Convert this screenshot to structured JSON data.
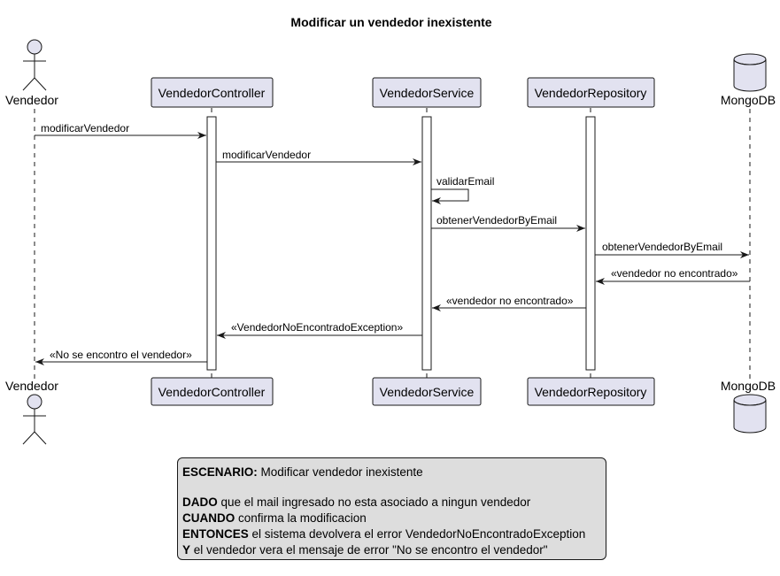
{
  "title": "Modificar un vendedor inexistente",
  "participants": [
    {
      "id": "vendedor",
      "label": "Vendedor",
      "kind": "actor"
    },
    {
      "id": "controller",
      "label": "VendedorController",
      "kind": "participant"
    },
    {
      "id": "service",
      "label": "VendedorService",
      "kind": "participant"
    },
    {
      "id": "repository",
      "label": "VendedorRepository",
      "kind": "participant"
    },
    {
      "id": "mongodb",
      "label": "MongoDB",
      "kind": "database"
    }
  ],
  "messages": [
    {
      "from": "vendedor",
      "to": "controller",
      "label": "modificarVendedor",
      "style": "solid"
    },
    {
      "from": "controller",
      "to": "service",
      "label": "modificarVendedor",
      "style": "solid"
    },
    {
      "from": "service",
      "to": "service",
      "label": "validarEmail",
      "style": "solid"
    },
    {
      "from": "service",
      "to": "repository",
      "label": "obtenerVendedorByEmail",
      "style": "solid"
    },
    {
      "from": "repository",
      "to": "mongodb",
      "label": "obtenerVendedorByEmail",
      "style": "solid"
    },
    {
      "from": "mongodb",
      "to": "repository",
      "label": "«vendedor no encontrado»",
      "style": "solid"
    },
    {
      "from": "repository",
      "to": "service",
      "label": "«vendedor no encontrado»",
      "style": "solid"
    },
    {
      "from": "service",
      "to": "controller",
      "label": "«VendedorNoEncontradoException»",
      "style": "solid"
    },
    {
      "from": "controller",
      "to": "vendedor",
      "label": "«No se encontro el vendedor»",
      "style": "solid"
    }
  ],
  "note": {
    "scenario_key": "ESCENARIO:",
    "scenario_text": " Modificar vendedor inexistente",
    "given_key": "DADO",
    "given_text": " que el mail ingresado no esta asociado a ningun vendedor",
    "when_key": "CUANDO",
    "when_text": " confirma la modificacion",
    "then_key": "ENTONCES",
    "then_text": " el sistema devolvera el error VendedorNoEncontradoException",
    "and_key": "Y",
    "and_text": " el vendedor vera el mensaje de error \"No se encontro el vendedor\""
  },
  "colors": {
    "box_fill": "#e2e2f0",
    "stroke": "#181818",
    "note_fill": "#dddddd"
  }
}
